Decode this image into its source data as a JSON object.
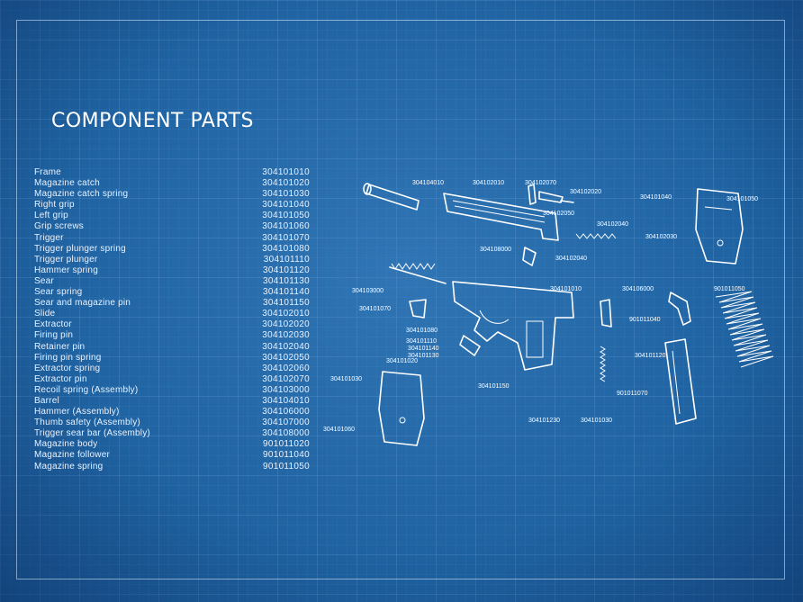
{
  "title": "COMPONENT PARTS",
  "parts": [
    {
      "name": "Frame",
      "number": "304101010"
    },
    {
      "name": "Magazine catch",
      "number": "304101020"
    },
    {
      "name": "Magazine catch spring",
      "number": "304101030"
    },
    {
      "name": "Right grip",
      "number": "304101040"
    },
    {
      "name": "Left grip",
      "number": "304101050"
    },
    {
      "name": "Grip screws",
      "number": "304101060"
    },
    {
      "name": "Trigger",
      "number": "304101070"
    },
    {
      "name": "Trigger plunger spring",
      "number": "304101080"
    },
    {
      "name": "Trigger plunger",
      "number": "304101110"
    },
    {
      "name": "Hammer spring",
      "number": "304101120"
    },
    {
      "name": "Sear",
      "number": "304101130"
    },
    {
      "name": "Sear spring",
      "number": "304101140"
    },
    {
      "name": "Sear and magazine pin",
      "number": "304101150"
    },
    {
      "name": "Slide",
      "number": "304102010"
    },
    {
      "name": "Extractor",
      "number": "304102020"
    },
    {
      "name": "Firing pin",
      "number": "304102030"
    },
    {
      "name": "Retainer pin",
      "number": "304102040"
    },
    {
      "name": "Firing pin spring",
      "number": "304102050"
    },
    {
      "name": "Extractor spring",
      "number": "304102060"
    },
    {
      "name": "Extractor pin",
      "number": "304102070"
    },
    {
      "name": "Recoil spring (Assembly)",
      "number": "304103000"
    },
    {
      "name": "Barrel",
      "number": "304104010"
    },
    {
      "name": "Hammer (Assembly)",
      "number": "304106000"
    },
    {
      "name": "Thumb safety (Assembly)",
      "number": "304107000"
    },
    {
      "name": "Trigger sear bar (Assembly)",
      "number": "304108000"
    },
    {
      "name": "Magazine body",
      "number": "901011020"
    },
    {
      "name": "Magazine follower",
      "number": "901011040"
    },
    {
      "name": "Magazine spring",
      "number": "901011050"
    }
  ],
  "callouts": [
    "304104010",
    "304102010",
    "304102070",
    "304102020",
    "304101040",
    "304101050",
    "304102050",
    "304102040",
    "304102030",
    "304108000",
    "304102040",
    "304103000",
    "304101010",
    "304106000",
    "901011050",
    "304101070",
    "304101080",
    "304101110",
    "304101140",
    "304101130",
    "901011040",
    "304101020",
    "304101120",
    "304101030",
    "304101150",
    "901011070",
    "304101060",
    "304101230",
    "304101030"
  ]
}
